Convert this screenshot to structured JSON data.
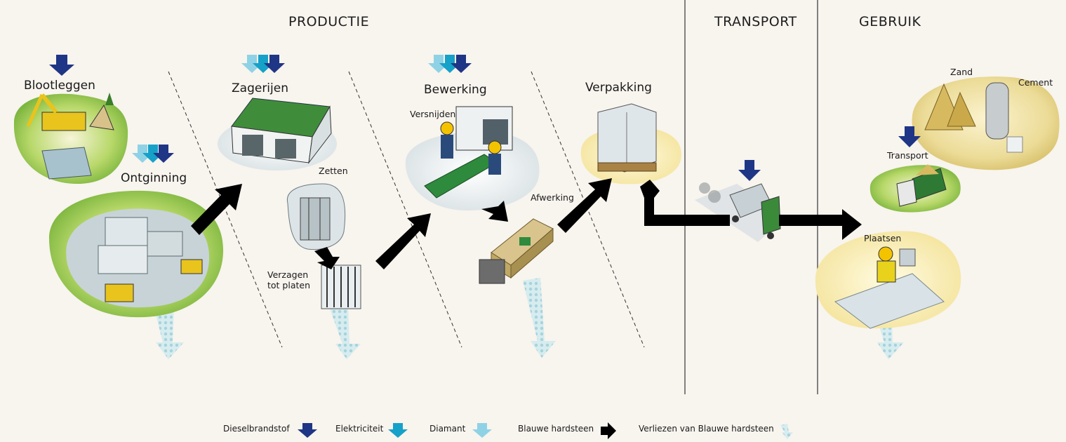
{
  "sections": {
    "productie": "PRODUCTIE",
    "transport": "TRANSPORT",
    "gebruik": "GEBRUIK"
  },
  "stages": {
    "blootleggen": "Blootleggen",
    "ontginning": "Ontginning",
    "zagerijen": "Zagerijen",
    "zetten": "Zetten",
    "verzagen_line1": "Verzagen",
    "verzagen_line2": "tot platen",
    "bewerking": "Bewerking",
    "versnijden": "Versnijden",
    "afwerking": "Afwerking",
    "verpakking": "Verpakking",
    "zand": "Zand",
    "cement": "Cement",
    "transport": "Transport",
    "plaatsen": "Plaatsen"
  },
  "legend": {
    "diesel": "Dieselbrandstof",
    "elektriciteit": "Elektriciteit",
    "diamant": "Diamant",
    "hardsteen": "Blauwe hardsteen",
    "verliezen": "Verliezen van Blauwe hardsteen"
  },
  "colors": {
    "diesel": "#1f3585",
    "elektriciteit": "#16a1c9",
    "diamant": "#8fd2e6",
    "hardsteen": "#000000",
    "verliezen": "#b8dbe4",
    "grass": "#7cbf3c",
    "sand": "#e8d489",
    "stone": "#c5cfd4",
    "background": "#f8f4ee"
  }
}
